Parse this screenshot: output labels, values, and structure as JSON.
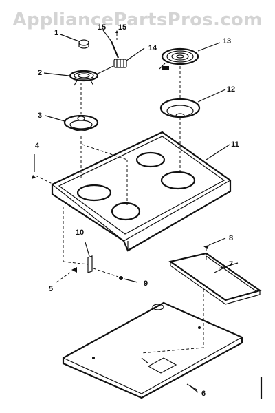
{
  "watermark": {
    "text": "AppliancePartsPros.com",
    "color": "#d4d4d4"
  },
  "diagram": {
    "line_color": "#111111",
    "callouts": [
      "1",
      "2",
      "3",
      "4",
      "5",
      "6",
      "7",
      "8",
      "9",
      "10",
      "11",
      "12",
      "13",
      "14",
      "15",
      "15"
    ]
  }
}
